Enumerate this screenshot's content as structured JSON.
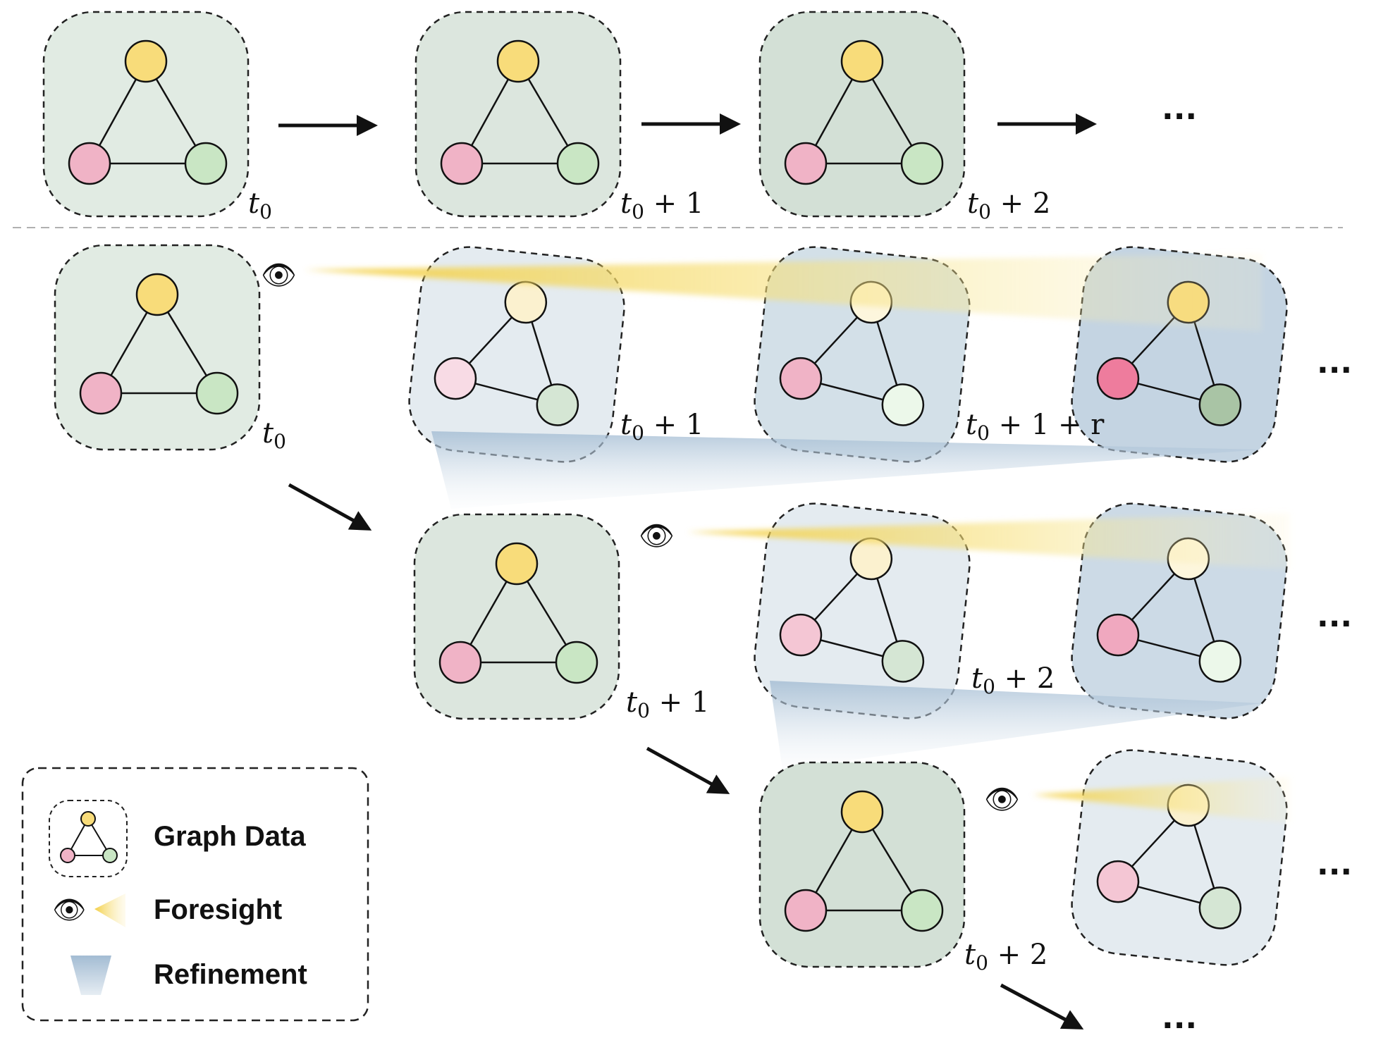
{
  "timestep_labels": {
    "t0": "t",
    "t0_sub": "0",
    "plus1": " + 1",
    "plus2": " + 2",
    "plus1r": " + 1 + r"
  },
  "ellipsis": "···",
  "legend": {
    "graph_data": "Graph Data",
    "foresight": "Foresight",
    "refinement": "Refinement"
  },
  "colors": {
    "node_yellow": "#f8dc7a",
    "node_pink": "#f0b3c6",
    "node_green": "#c9e6c4",
    "graph_bg_green": "#dde8df",
    "graph_bg_blue": "#d3e0e8",
    "foresight_yellow": "#f5d55a",
    "refinement_blue": "#a9c0d6"
  }
}
